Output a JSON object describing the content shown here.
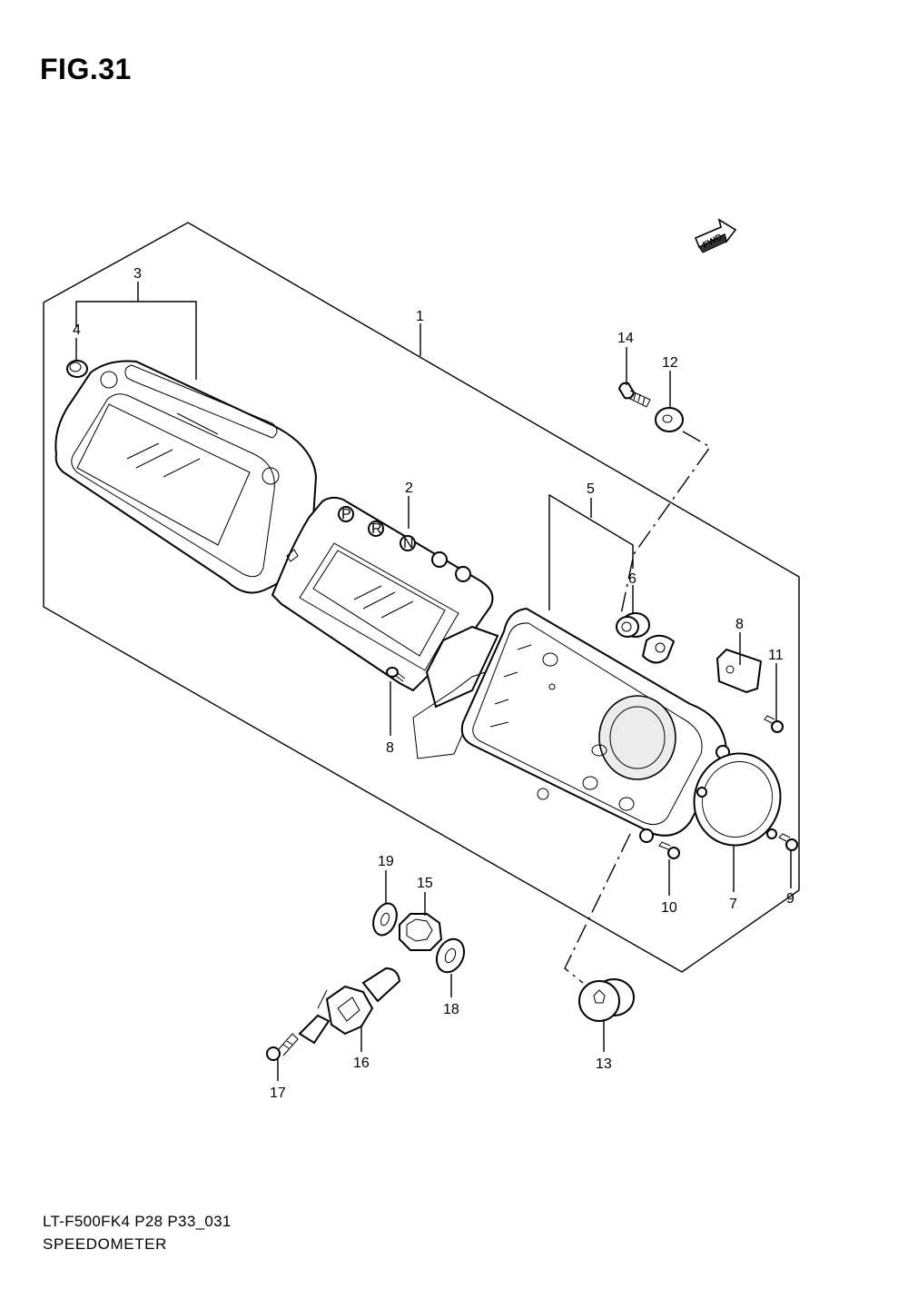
{
  "figure": {
    "title": "FIG.31",
    "model_code": "LT-F500FK4 P28 P33_031",
    "section_name": "SPEEDOMETER",
    "fwd_label": "FWD"
  },
  "callouts": {
    "c1": "1",
    "c2": "2",
    "c3": "3",
    "c4": "4",
    "c5": "5",
    "c6": "6",
    "c7": "7",
    "c8a": "8",
    "c8b": "8",
    "c9": "9",
    "c10": "10",
    "c11": "11",
    "c12": "12",
    "c13": "13",
    "c14": "14",
    "c15": "15",
    "c16": "16",
    "c17": "17",
    "c18": "18",
    "c19": "19"
  },
  "indicator_letters": {
    "p": "P",
    "r": "R",
    "n": "N"
  },
  "icons": [
    "fwd-arrow-icon",
    "speedometer-assembly-icon"
  ]
}
